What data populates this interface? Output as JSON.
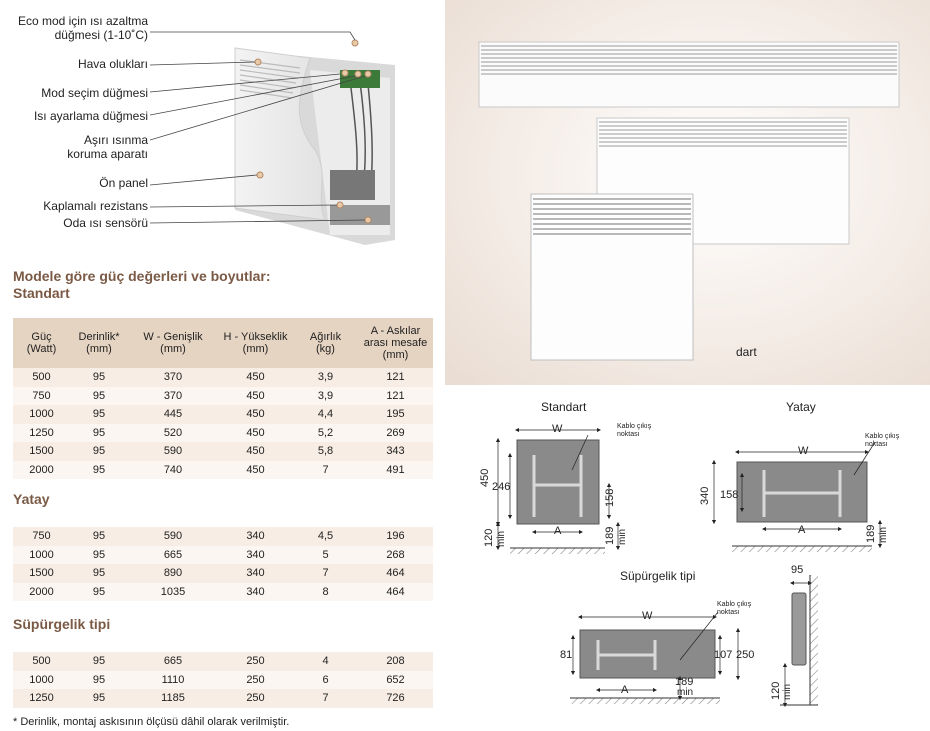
{
  "callouts": [
    {
      "line1": "Eco mod için ısı azaltma",
      "line2": "düğmesi (1-10˚C)"
    },
    {
      "line1": "Hava olukları"
    },
    {
      "line1": "Mod seçim düğmesi"
    },
    {
      "line1": "Isı ayarlama düğmesi"
    },
    {
      "line1": "Aşırı ısınma",
      "line2": "koruma aparatı"
    },
    {
      "line1": "Ön panel"
    },
    {
      "line1": "Kaplamalı rezistans"
    },
    {
      "line1": "Oda ısı sensörü"
    }
  ],
  "heading": {
    "line1": "Modele göre güç değerleri ve boyutlar:",
    "line2": "Standart"
  },
  "columns": [
    {
      "line1": "Güç",
      "line2": "(Watt)"
    },
    {
      "line1": "Derinlik*",
      "line2": "(mm)"
    },
    {
      "line1": "W - Genişlik",
      "line2": "(mm)"
    },
    {
      "line1": "H - Yükseklik",
      "line2": "(mm)"
    },
    {
      "line1": "Ağırlık",
      "line2": "(kg)"
    },
    {
      "line1": "A - Askılar",
      "line2": "arası mesafe",
      "line3": "(mm)"
    }
  ],
  "standart_rows": [
    [
      "500",
      "95",
      "370",
      "450",
      "3,9",
      "121"
    ],
    [
      "750",
      "95",
      "370",
      "450",
      "3,9",
      "121"
    ],
    [
      "1000",
      "95",
      "445",
      "450",
      "4,4",
      "195"
    ],
    [
      "1250",
      "95",
      "520",
      "450",
      "5,2",
      "269"
    ],
    [
      "1500",
      "95",
      "590",
      "450",
      "5,8",
      "343"
    ],
    [
      "2000",
      "95",
      "740",
      "450",
      "7",
      "491"
    ]
  ],
  "yatay_title": "Yatay",
  "yatay_rows": [
    [
      "750",
      "95",
      "590",
      "340",
      "4,5",
      "196"
    ],
    [
      "1000",
      "95",
      "665",
      "340",
      "5",
      "268"
    ],
    [
      "1500",
      "95",
      "890",
      "340",
      "7",
      "464"
    ],
    [
      "2000",
      "95",
      "1035",
      "340",
      "8",
      "464"
    ]
  ],
  "supurgelik_title": "Süpürgelik tipi",
  "supurgelik_rows": [
    [
      "500",
      "95",
      "665",
      "250",
      "4",
      "208"
    ],
    [
      "1000",
      "95",
      "1110",
      "250",
      "6",
      "652"
    ],
    [
      "1250",
      "95",
      "1185",
      "250",
      "7",
      "726"
    ]
  ],
  "footnote": "* Derinlik, montaj askısının ölçüsü dâhil olarak verilmiştir.",
  "photo_label": "dart",
  "diagrams": {
    "standart_title": "Standart",
    "yatay_title": "Yatay",
    "supurgelik_title": "Süpürgelik tipi",
    "cable_line1": "Kablo çıkış",
    "cable_line2": "noktası",
    "dims": {
      "W": "W",
      "A": "A",
      "s_450": "450",
      "s_246": "246",
      "s_158": "158",
      "s_189": "189",
      "s_120": "120",
      "min": "min",
      "y_340": "340",
      "y_158": "158",
      "y_189": "189",
      "p_81": "81",
      "p_107": "107",
      "p_250": "250",
      "p_189": "189",
      "p_95": "95",
      "p_120": "120"
    }
  }
}
